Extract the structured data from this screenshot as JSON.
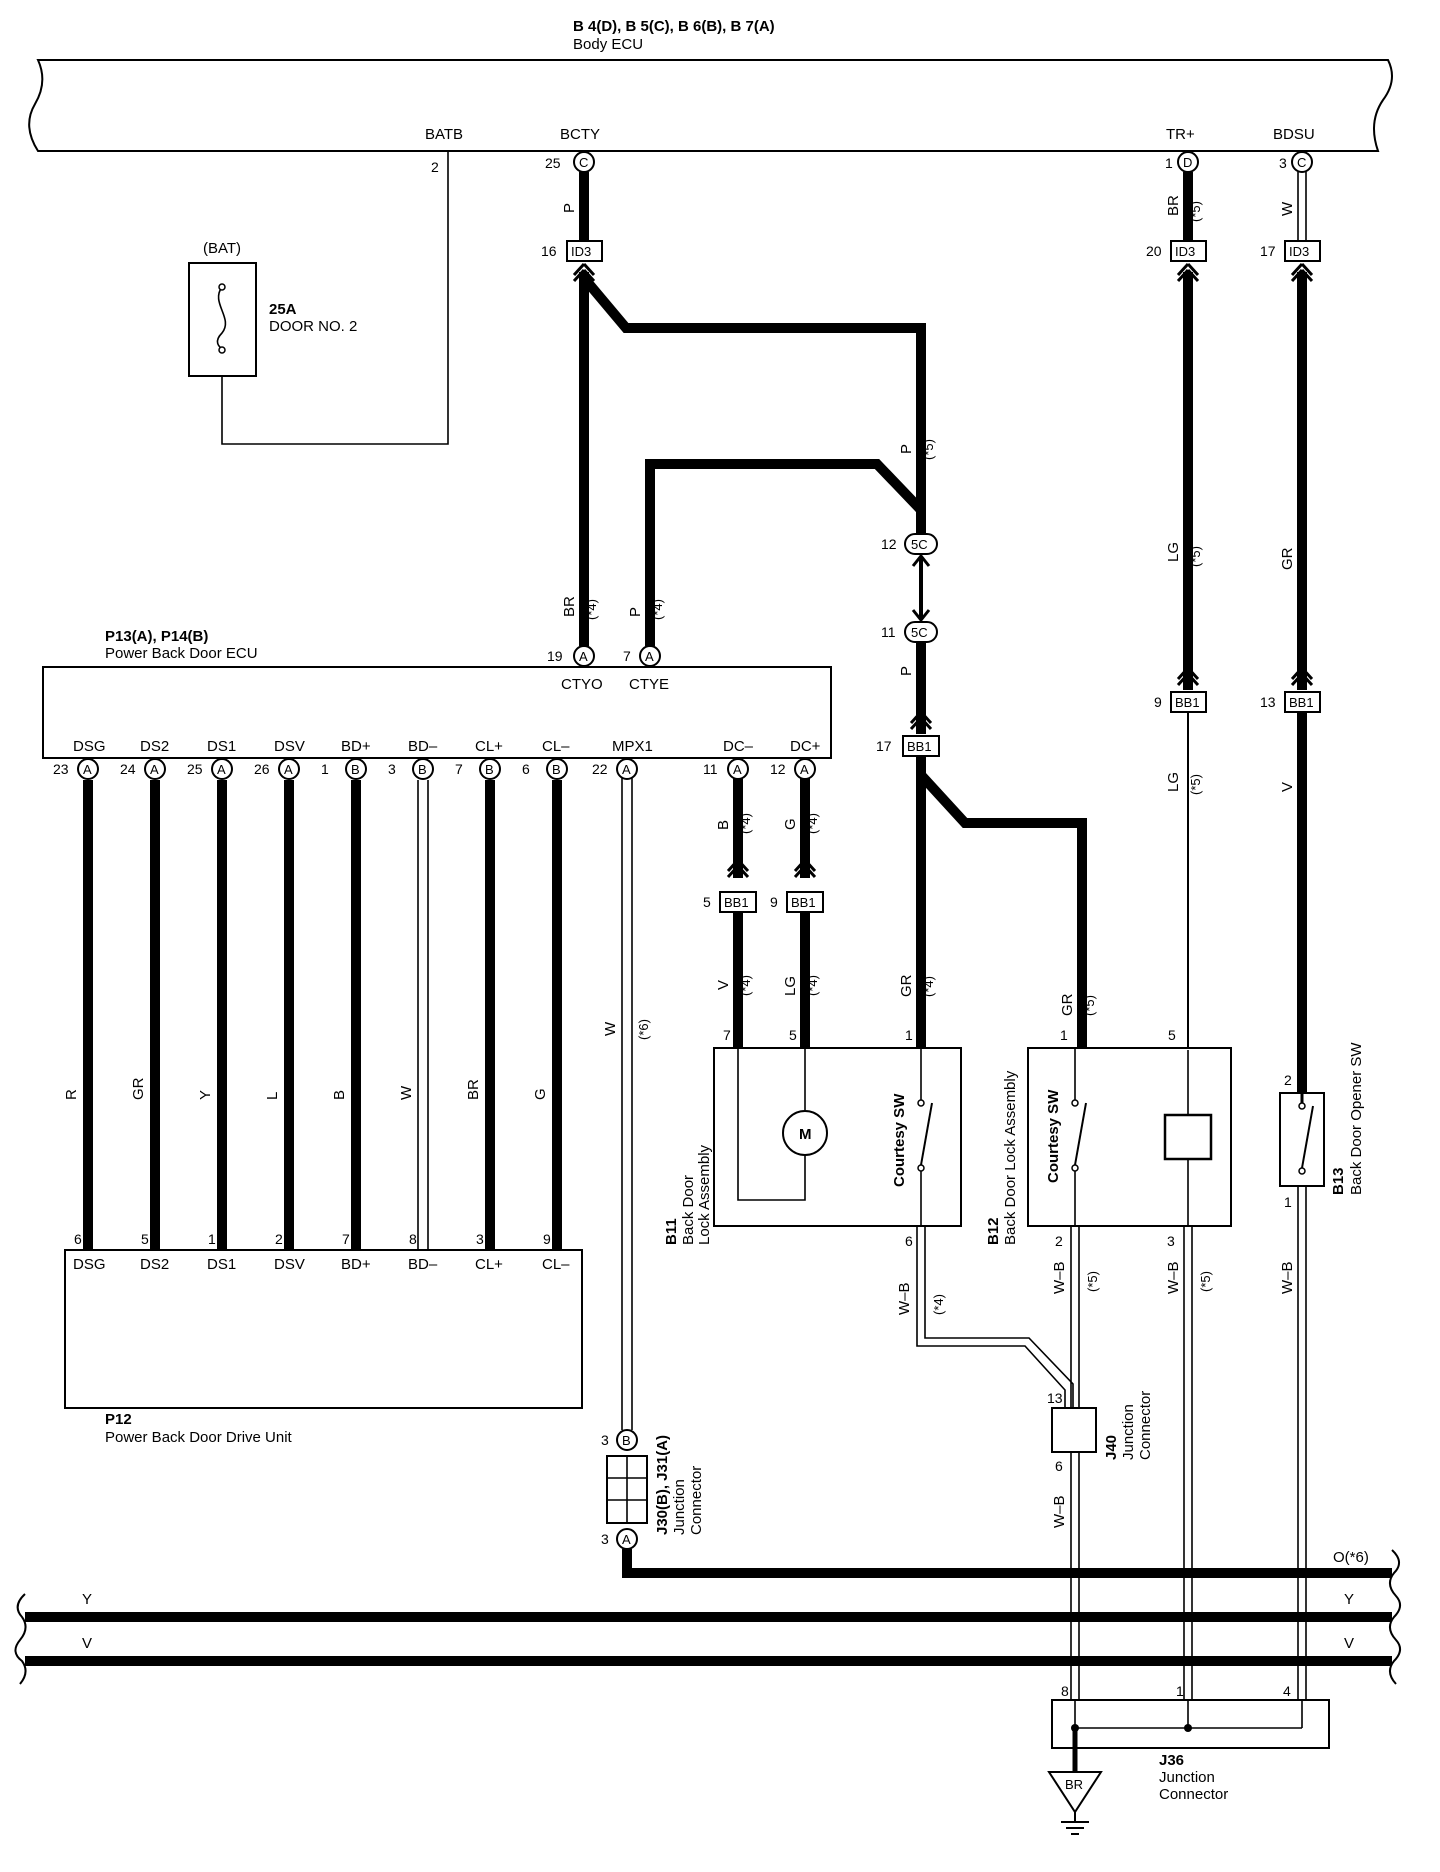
{
  "body_ecu": {
    "ref": "B 4(D), B 5(C), B 6(B), B 7(A)",
    "name": "Body ECU",
    "terms": {
      "batb": "BATB",
      "bcty": "BCTY",
      "trp": "TR+",
      "bdsu": "BDSU"
    },
    "pins": {
      "batb": "2",
      "bcty": "25",
      "trp": "1",
      "bdsu": "3"
    },
    "conn": {
      "bcty": "C",
      "trp": "D",
      "bdsu": "C"
    }
  },
  "fuse": {
    "bat": "(BAT)",
    "rating": "25A",
    "name": "DOOR NO. 2"
  },
  "id3": {
    "label": "ID3",
    "pin_bcty": "16",
    "pin_trp": "20",
    "pin_bdsu": "17"
  },
  "pbd_ecu": {
    "ref": "P13(A), P14(B)",
    "name": "Power Back Door ECU",
    "top": [
      {
        "pin": "19",
        "conn": "A",
        "name": "CTYO"
      },
      {
        "pin": "7",
        "conn": "A",
        "name": "CTYE"
      }
    ],
    "bottom": [
      {
        "name": "DSG",
        "pin": "23",
        "conn": "A"
      },
      {
        "name": "DS2",
        "pin": "24",
        "conn": "A"
      },
      {
        "name": "DS1",
        "pin": "25",
        "conn": "A"
      },
      {
        "name": "DSV",
        "pin": "26",
        "conn": "A"
      },
      {
        "name": "BD+",
        "pin": "1",
        "conn": "B"
      },
      {
        "name": "BD–",
        "pin": "3",
        "conn": "B"
      },
      {
        "name": "CL+",
        "pin": "7",
        "conn": "B"
      },
      {
        "name": "CL–",
        "pin": "6",
        "conn": "B"
      },
      {
        "name": "MPX1",
        "pin": "22",
        "conn": "A"
      },
      {
        "name": "DC–",
        "pin": "11",
        "conn": "A"
      },
      {
        "name": "DC+",
        "pin": "12",
        "conn": "A"
      }
    ]
  },
  "drive_unit": {
    "ref": "P12",
    "name": "Power Back Door Drive Unit",
    "terms": [
      {
        "name": "DSG",
        "pin": "6",
        "color": "R"
      },
      {
        "name": "DS2",
        "pin": "5",
        "color": "GR"
      },
      {
        "name": "DS1",
        "pin": "1",
        "color": "Y"
      },
      {
        "name": "DSV",
        "pin": "2",
        "color": "L"
      },
      {
        "name": "BD+",
        "pin": "7",
        "color": "B"
      },
      {
        "name": "BD–",
        "pin": "8",
        "color": "W"
      },
      {
        "name": "CL+",
        "pin": "3",
        "color": "BR"
      },
      {
        "name": "CL–",
        "pin": "9",
        "color": "G"
      }
    ]
  },
  "wires": {
    "p": "P",
    "br": "BR",
    "w": "W",
    "lg": "LG",
    "gr": "GR",
    "v": "V",
    "b": "B",
    "g": "G",
    "wb": "W–B",
    "y": "Y"
  },
  "notes": {
    "n4": "(*4)",
    "n5": "(*5)",
    "n6": "(*6)"
  },
  "conn5c": {
    "label": "5C",
    "pin12": "12",
    "pin11": "11"
  },
  "bb1": {
    "label": "BB1",
    "pin17": "17",
    "pin9": "9",
    "pin13": "13",
    "pin5": "5",
    "pin9b": "9"
  },
  "b11": {
    "ref": "B11",
    "name1": "Back Door",
    "name2": "Lock Assembly",
    "sw": "Courtesy SW",
    "motor": "M",
    "pins": {
      "p7": "7",
      "p5": "5",
      "p1": "1",
      "p6": "6"
    }
  },
  "b12": {
    "ref": "B12",
    "name": "Back Door Lock Assembly",
    "sw": "Courtesy SW",
    "pins": {
      "p1": "1",
      "p5": "5",
      "p2": "2",
      "p3": "3"
    }
  },
  "b13": {
    "ref": "B13",
    "name": "Back Door Opener SW",
    "pins": {
      "p2": "2",
      "p1": "1"
    }
  },
  "j30": {
    "ref": "J30(B), J31(A)",
    "name1": "Junction",
    "name2": "Connector",
    "pin_top": "3",
    "conn_top": "B",
    "pin_bot": "3",
    "conn_bot": "A"
  },
  "j40": {
    "ref": "J40",
    "name1": "Junction",
    "name2": "Connector",
    "pin_top": "13",
    "pin_bot": "6"
  },
  "j36": {
    "ref": "J36",
    "name1": "Junction",
    "name2": "Connector",
    "pins": {
      "p8": "8",
      "p1": "1",
      "p4": "4"
    }
  },
  "bus": {
    "o": "O(*6)",
    "y": "Y",
    "v": "V"
  },
  "ground": {
    "label": "BR"
  }
}
